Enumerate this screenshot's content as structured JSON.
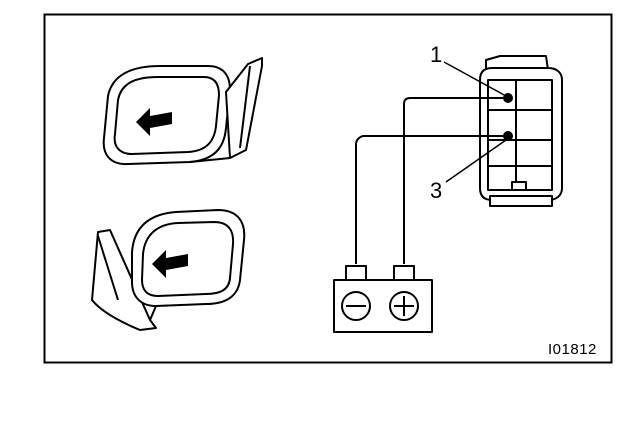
{
  "figure": {
    "callouts": {
      "pin_1": "1",
      "pin_3": "3"
    },
    "figure_code": "I01812",
    "colors": {
      "line": "#000000",
      "background": "#ffffff"
    }
  }
}
